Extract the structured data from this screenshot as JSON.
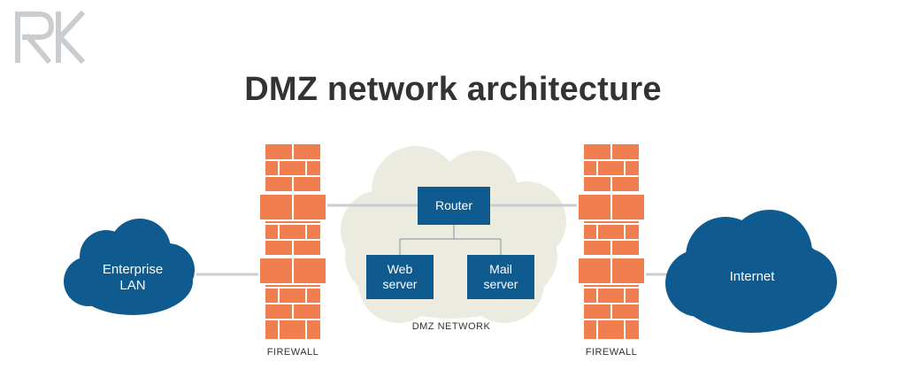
{
  "title": "DMZ network architecture",
  "logo": {
    "text": "RK",
    "icon": "rk-logo"
  },
  "nodes": {
    "enterprise_lan": {
      "line1": "Enterprise",
      "line2": "LAN"
    },
    "internet": {
      "label": "Internet"
    },
    "router": {
      "label": "Router"
    },
    "web_server": {
      "line1": "Web",
      "line2": "server"
    },
    "mail_server": {
      "line1": "Mail",
      "line2": "server"
    }
  },
  "labels": {
    "firewall_left": "FIREWALL",
    "firewall_right": "FIREWALL",
    "dmz_network": "DMZ NETWORK"
  },
  "colors": {
    "node_blue": "#0f5a8f",
    "brick": "#f07e4f",
    "brick_mortar": "#ffffff",
    "dmz_cloud": "#ecebe0",
    "connector": "#c9ccd0",
    "title": "#333333",
    "logo": "#c9cdd0"
  }
}
